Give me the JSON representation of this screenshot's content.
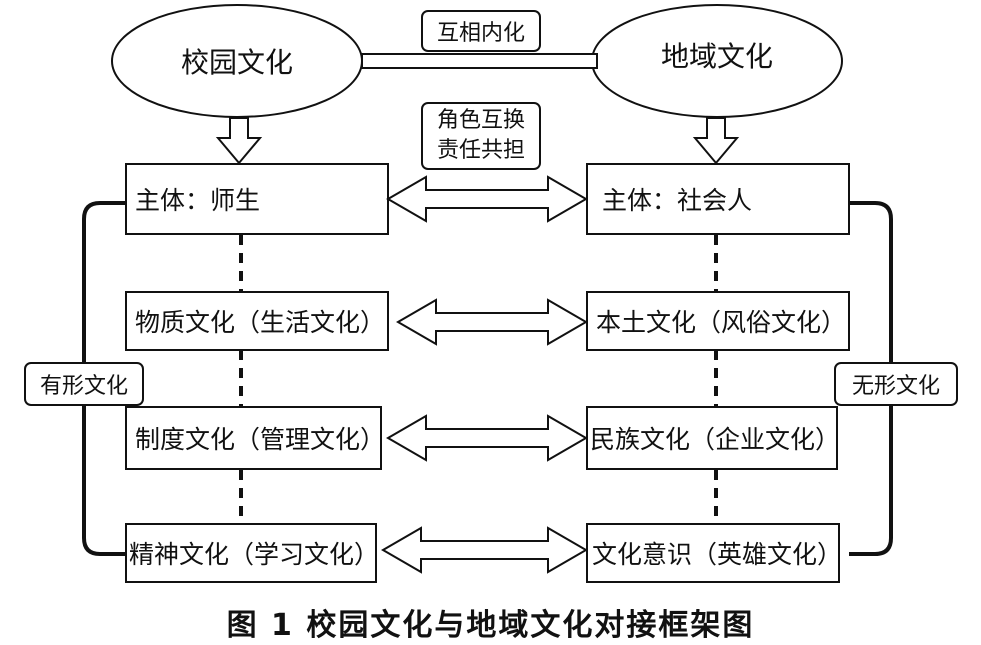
{
  "ovals": {
    "left": "校园文化",
    "right": "地域文化"
  },
  "link_tag": "互相内化",
  "middle_tag": {
    "line1": "角色互换",
    "line2": "责任共担"
  },
  "left_column": [
    "主体：师生",
    "物质文化（生活文化）",
    "制度文化（管理文化）",
    "精神文化（学习文化）"
  ],
  "right_column": [
    "主体：社会人",
    "本土文化（风俗文化）",
    "民族文化（企业文化）",
    "文化意识（英雄文化）"
  ],
  "side_labels": {
    "left": "有形文化",
    "right": "无形文化"
  },
  "caption": "图 1  校园文化与地域文化对接框架图"
}
